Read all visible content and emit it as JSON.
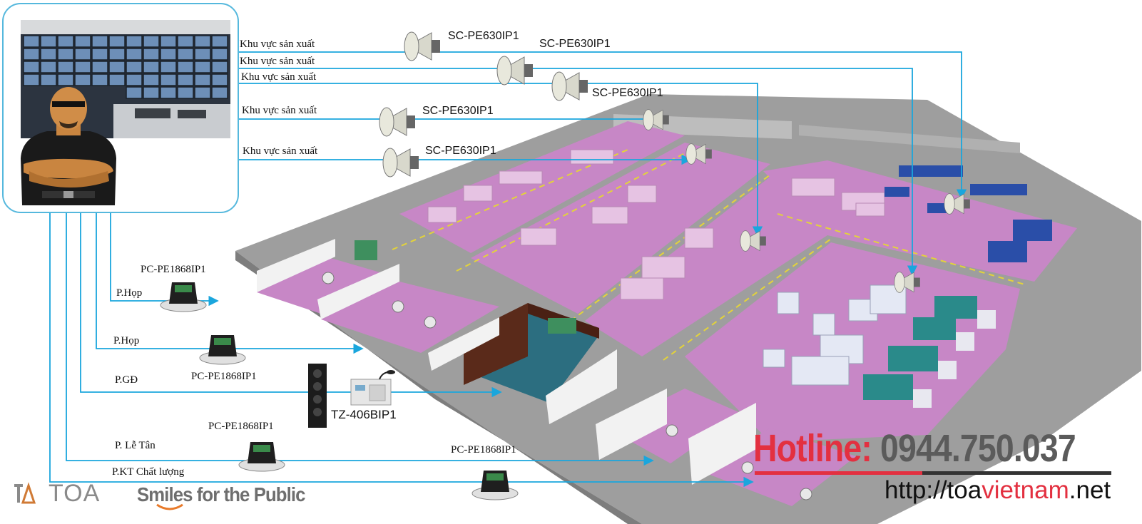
{
  "colors": {
    "line": "#1aa6dd",
    "floor": "#c787c6",
    "floor_dark": "#a96aa8",
    "slab": "#9c9c9c",
    "accent_red": "#e33040",
    "text_gray": "#5b5b5b"
  },
  "control_room": {
    "image": "cctv-monitoring-room",
    "person": "security-guard"
  },
  "horn_speakers": [
    {
      "model": "SC-PE630IP1",
      "zone": "Khu vực sản xuất"
    },
    {
      "model": "SC-PE630IP1",
      "zone": "Khu vực sản xuất"
    },
    {
      "model": "SC-PE630IP1",
      "zone": "Khu vực sản xuất"
    },
    {
      "model": "SC-PE630IP1",
      "zone": "Khu vực sản xuất"
    },
    {
      "model": "SC-PE630IP1",
      "zone": "Khu vực sản xuất"
    }
  ],
  "ceiling_speakers": [
    {
      "model": "PC-PE1868IP1",
      "zone": "P.Họp"
    },
    {
      "model": "PC-PE1868IP1",
      "zone": "P.Họp"
    },
    {
      "model": "PC-PE1868IP1",
      "zone": "P. Lễ Tân"
    },
    {
      "model": "PC-PE1868IP1",
      "zone": "P.KT Chất lượng"
    }
  ],
  "column_speaker": {
    "model": "TZ-406BIP1",
    "zone": "P.GĐ"
  },
  "hotline": {
    "prefix": "Hotline:",
    "number": "0944.750.037"
  },
  "website": {
    "part1": "http://toa",
    "part2": "vietnam",
    "part3": ".net"
  },
  "brand": {
    "logo_text": "TOA",
    "slogan": "Smiles for the Public"
  }
}
